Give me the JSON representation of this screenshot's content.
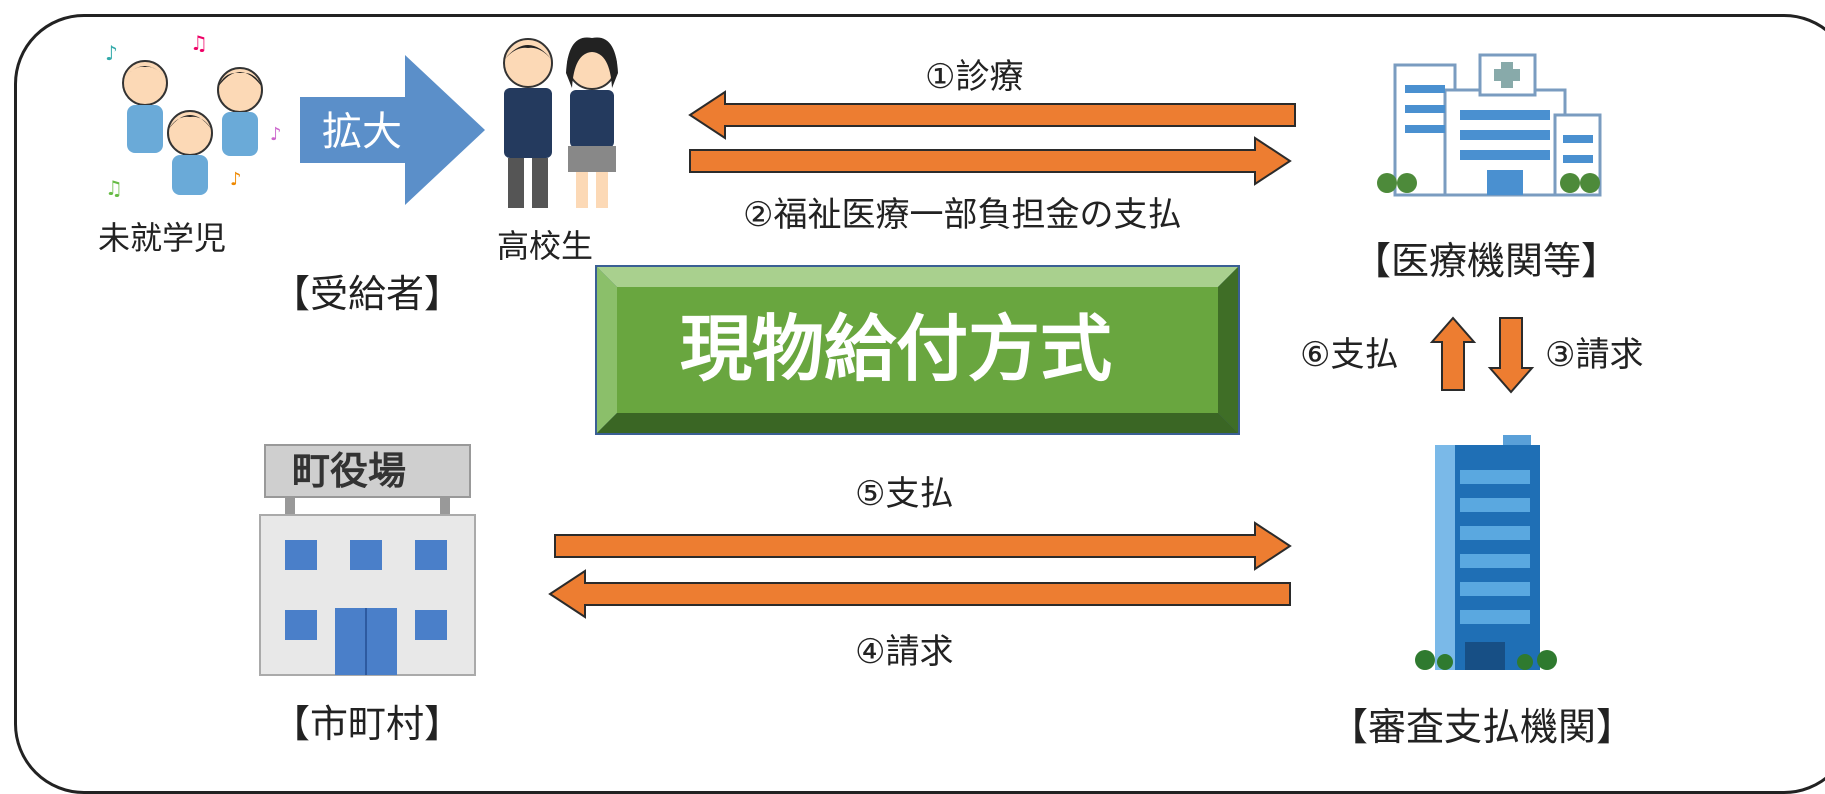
{
  "nodes": {
    "children_label": "未就学児",
    "highschool_label": "高校生",
    "recipients_label": "【受給者】",
    "medical_label": "【医療機関等】",
    "municipality_label": "【市町村】",
    "review_label": "【審査支払機関】",
    "town_office_sign": "町役場"
  },
  "expand_arrow": {
    "label": "拡大",
    "color": "#5b8fc9"
  },
  "center_box": {
    "title": "現物給付方式",
    "color": "#69a63f"
  },
  "flows": {
    "step1": "①診療",
    "step2": "②福祉医療一部負担金の支払",
    "step3": "③請求",
    "step4": "④請求",
    "step5": "⑤支払",
    "step6": "⑥支払"
  },
  "colors": {
    "arrow": "#ed7d31",
    "arrow_stroke": "#2b2b2b"
  }
}
